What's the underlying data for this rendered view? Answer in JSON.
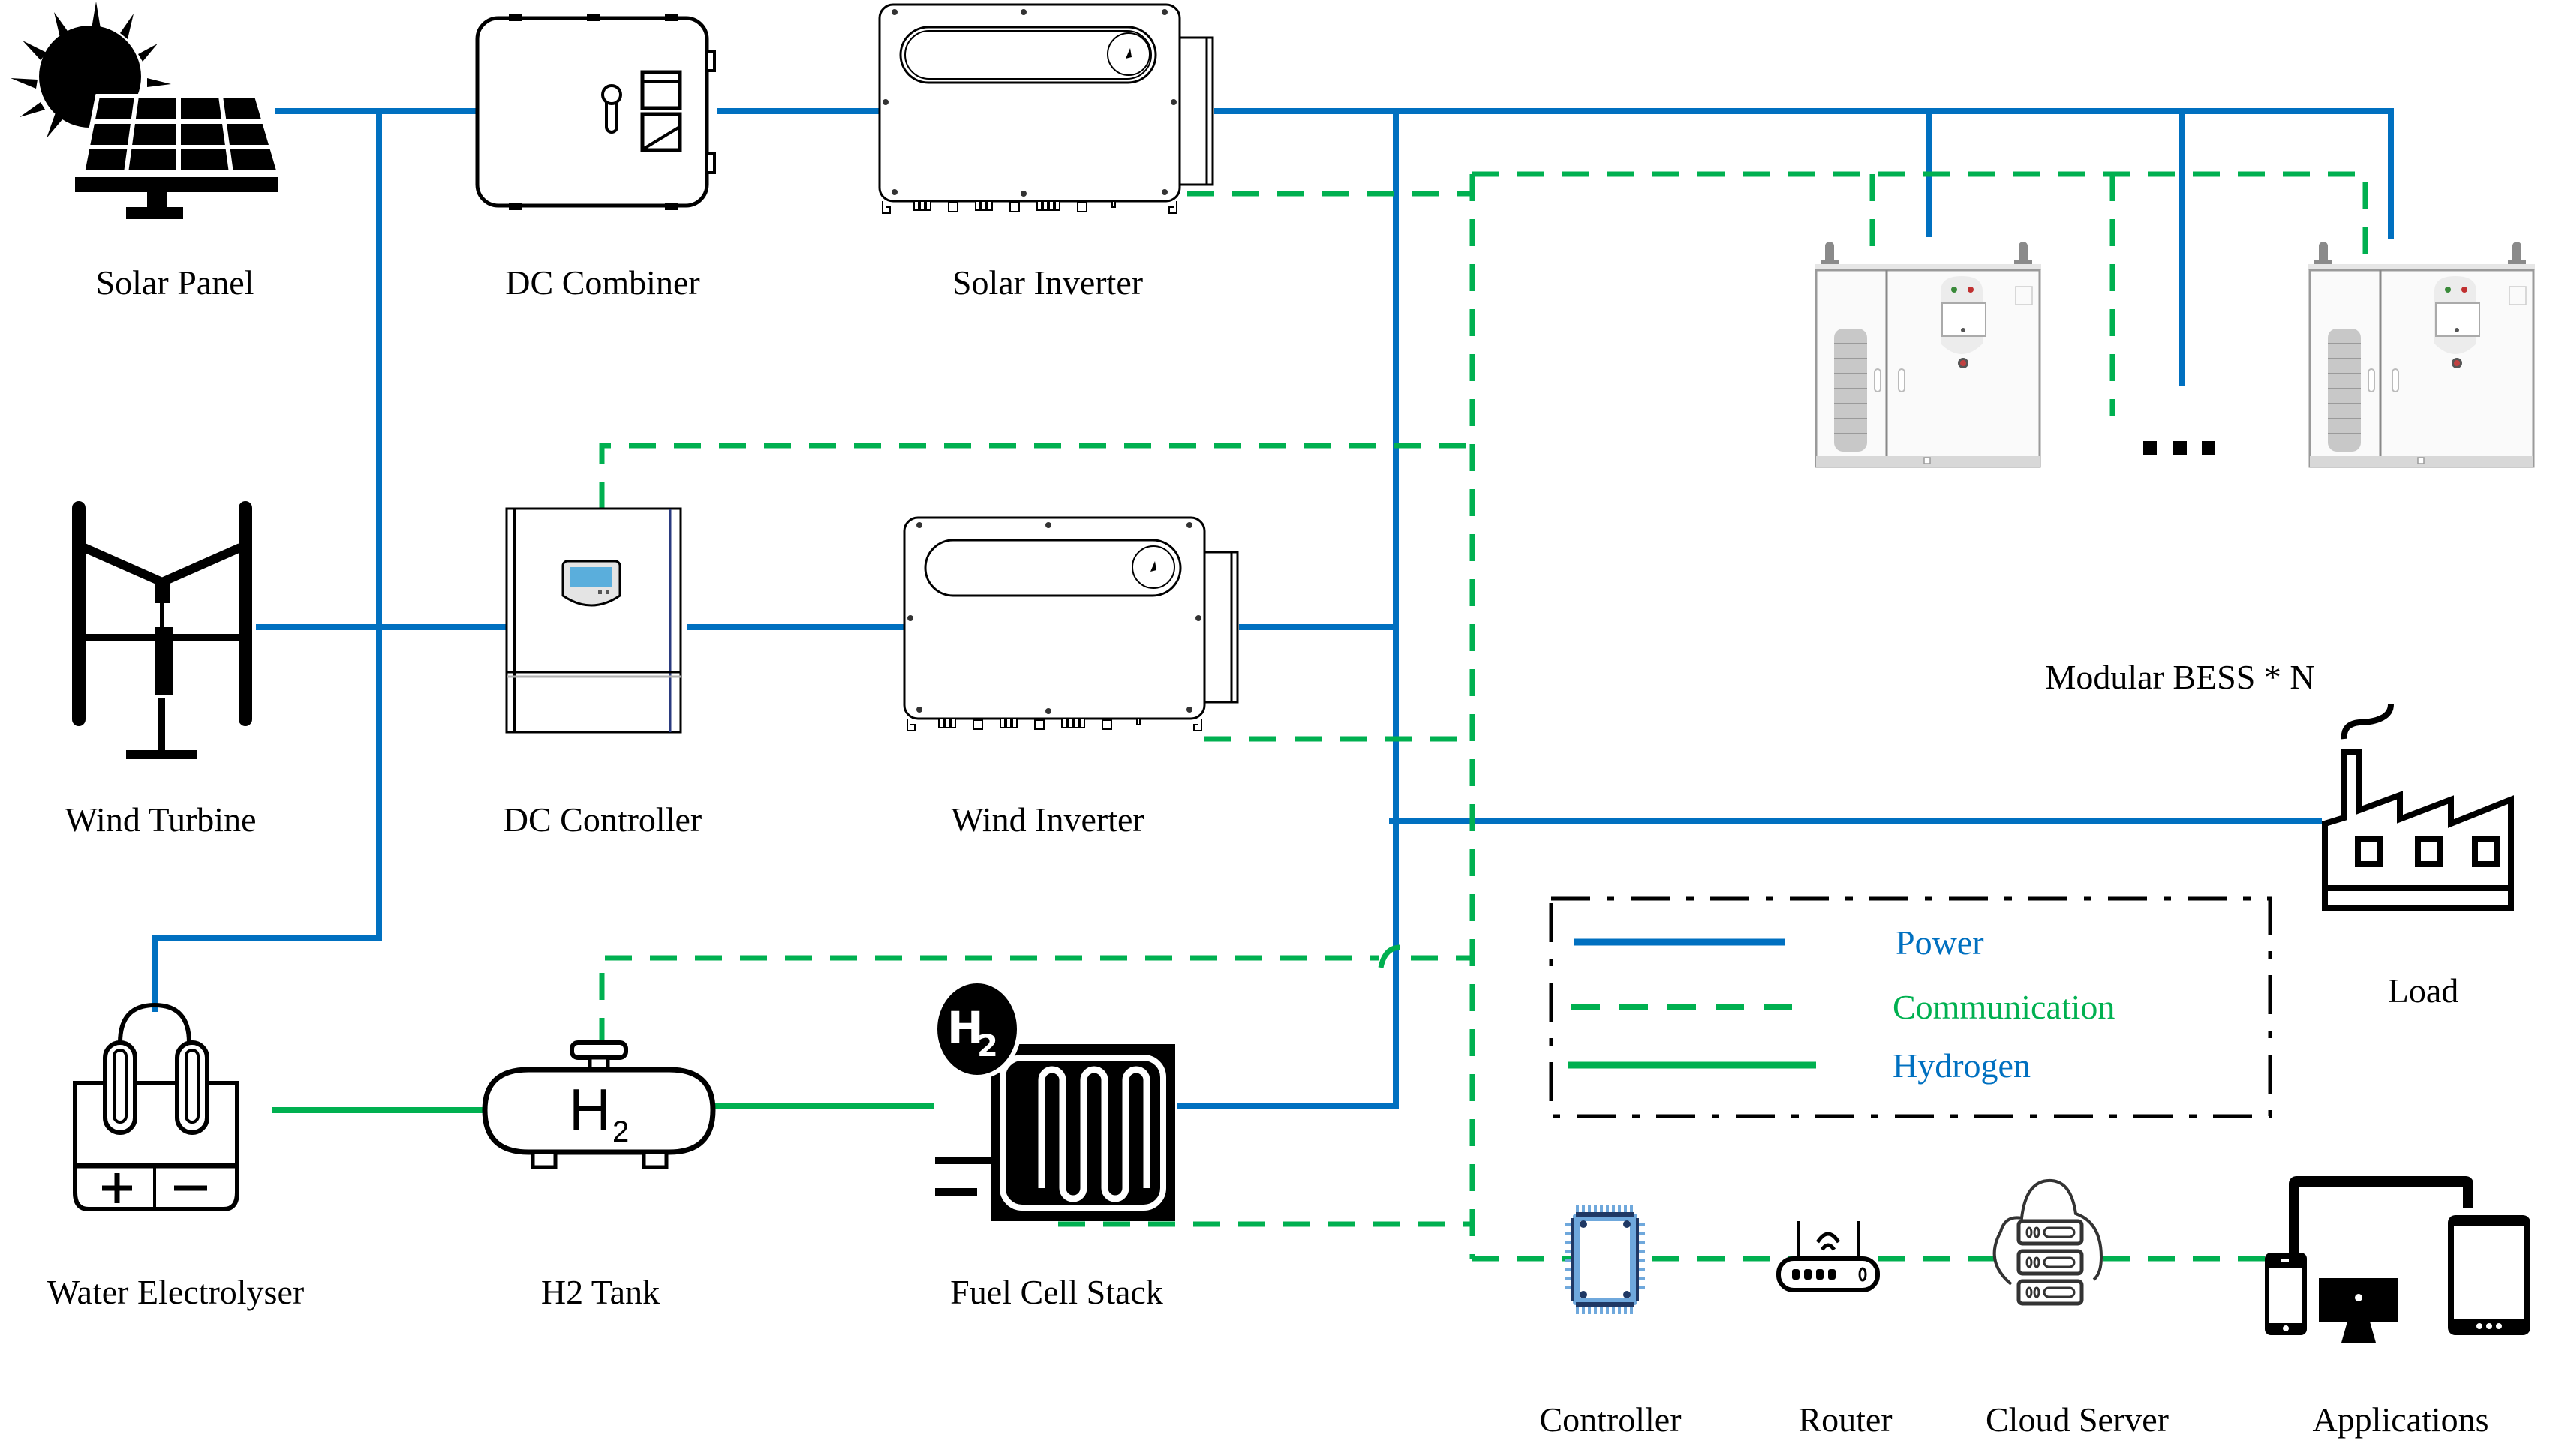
{
  "colors": {
    "power": "#0070c0",
    "communication": "#00b050",
    "hydrogen": "#00b050",
    "icon": "#000000",
    "chip_light": "#6fa8dc",
    "chip_dark": "#1f3864",
    "lcd": "#5aaedc"
  },
  "components": {
    "solar_panel": {
      "label": "Solar Panel",
      "icon": "solar-panel-icon"
    },
    "dc_combiner": {
      "label": "DC Combiner",
      "icon": "dc-combiner-icon"
    },
    "solar_inverter": {
      "label": "Solar Inverter",
      "icon": "inverter-icon"
    },
    "wind_turbine": {
      "label": "Wind Turbine",
      "icon": "wind-turbine-icon"
    },
    "dc_controller": {
      "label": "DC Controller",
      "icon": "dc-controller-icon"
    },
    "wind_inverter": {
      "label": "Wind Inverter",
      "icon": "inverter-icon"
    },
    "water_electrolyser": {
      "label": "Water Electrolyser",
      "icon": "electrolyser-icon"
    },
    "h2_tank": {
      "label": "H2 Tank",
      "icon": "hydrogen-tank-icon",
      "glyph": "H",
      "glyph_sub": "2"
    },
    "fuel_cell_stack": {
      "label": "Fuel Cell Stack",
      "icon": "fuel-cell-icon",
      "badge": "H",
      "badge_sub": "2"
    },
    "bess": {
      "label": "Modular BESS * N",
      "icon": "battery-cabinet-icon",
      "ellipsis": "..."
    },
    "load": {
      "label": "Load",
      "icon": "factory-icon"
    },
    "controller": {
      "label": "Controller",
      "icon": "chip-icon"
    },
    "router": {
      "label": "Router",
      "icon": "router-icon"
    },
    "cloud_server": {
      "label": "Cloud Server",
      "icon": "cloud-server-icon"
    },
    "applications": {
      "label": "Applications",
      "icon": "devices-icon"
    }
  },
  "legend": {
    "items": [
      {
        "label": "Power",
        "style": "solid",
        "line_color": "#0070c0",
        "text_color": "#0070c0"
      },
      {
        "label": "Communication",
        "style": "dashed",
        "line_color": "#00b050",
        "text_color": "#00b050"
      },
      {
        "label": "Hydrogen",
        "style": "solid",
        "line_color": "#00b050",
        "text_color": "#0070c0"
      }
    ]
  }
}
